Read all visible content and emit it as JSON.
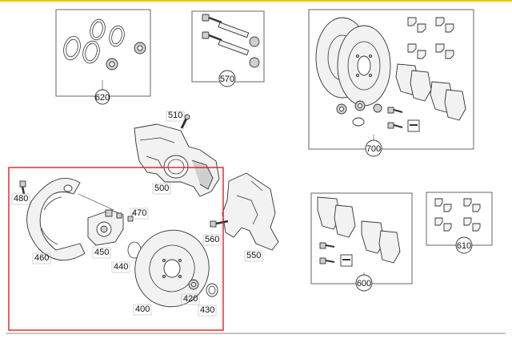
{
  "diagram": {
    "top_rule_color": "#f2c200",
    "highlight_color": "#e02020",
    "labels": {
      "p620": "620",
      "p570": "570",
      "p700": "700",
      "p510": "510",
      "p500": "500",
      "p480": "480",
      "p470": "470",
      "p460": "460",
      "p450": "450",
      "p440": "440",
      "p400": "400",
      "p420": "420",
      "p430": "430",
      "p560": "560",
      "p550": "550",
      "p600": "600",
      "p610": "610"
    }
  }
}
